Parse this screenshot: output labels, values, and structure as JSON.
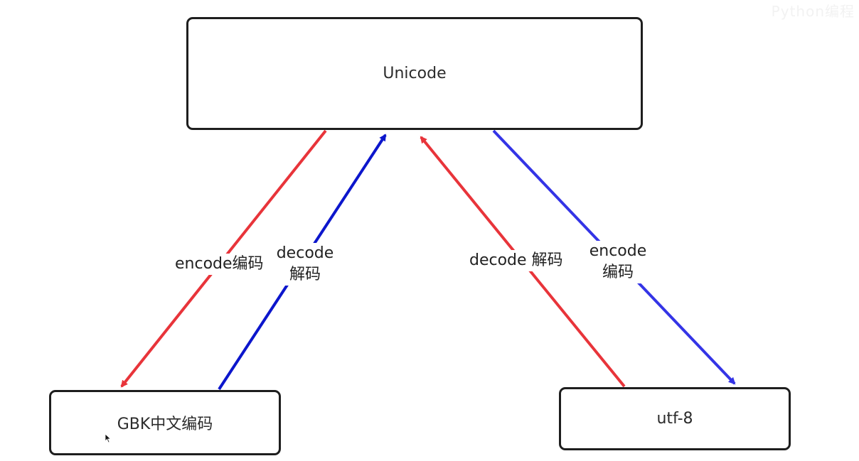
{
  "nodes": {
    "unicode": "Unicode",
    "gbk": "GBK中文编码",
    "utf8": "utf-8"
  },
  "edges": {
    "gbk_encode": {
      "label": "encode编码",
      "color": "#e8343a"
    },
    "gbk_decode": {
      "line1": "decode",
      "line2": "解码",
      "color": "#0c16cc"
    },
    "utf8_decode": {
      "label": "decode 解码",
      "color": "#e8343a"
    },
    "utf8_encode": {
      "line1": "encode",
      "line2": "编码",
      "color": "#3434e6"
    }
  },
  "watermark": "Python编程"
}
